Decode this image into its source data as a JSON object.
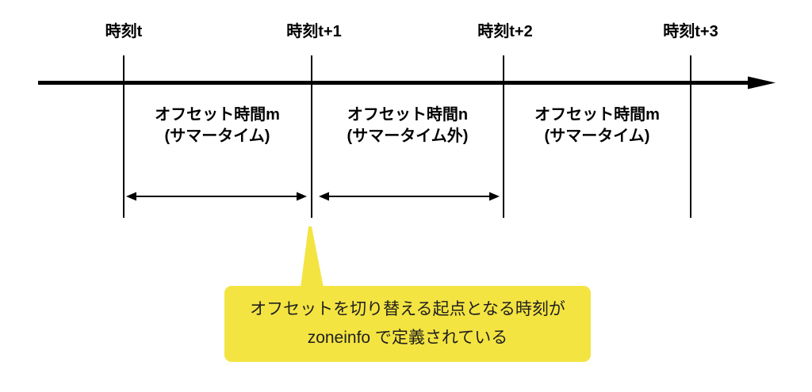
{
  "colors": {
    "line": "#000000",
    "callout_bg": "#f4e442",
    "callout_text": "#1f1f1f"
  },
  "timeline": {
    "marks": [
      {
        "label": "時刻t"
      },
      {
        "label": "時刻t+1"
      },
      {
        "label": "時刻t+2"
      },
      {
        "label": "時刻t+3"
      }
    ]
  },
  "segments": [
    {
      "line1": "オフセット時間m",
      "line2": "(サマータイム)"
    },
    {
      "line1": "オフセット時間n",
      "line2": "(サマータイム外)"
    },
    {
      "line1": "オフセット時間m",
      "line2": "(サマータイム)"
    }
  ],
  "callout": {
    "line1": "オフセットを切り替える起点となる時刻が",
    "line2": "zoneinfo で定義されている"
  }
}
